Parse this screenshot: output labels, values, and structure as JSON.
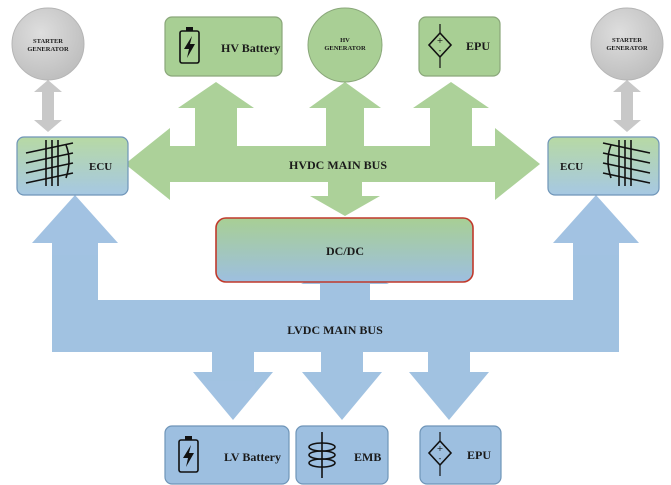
{
  "labels": {
    "starter_generator_left_1": "STARTER",
    "starter_generator_left_2": "GENERATOR",
    "starter_generator_right_1": "STARTER",
    "starter_generator_right_2": "GENERATOR",
    "hv_generator_1": "HV",
    "hv_generator_2": "GENERATOR",
    "hv_battery": "HV Battery",
    "epu_top": "EPU",
    "ecu_left": "ECU",
    "ecu_right": "ECU",
    "hvdc_bus": "HVDC MAIN BUS",
    "dcdc": "DC/DC",
    "lvdc_bus": "LVDC MAIN BUS",
    "lv_battery": "LV Battery",
    "emb": "EMB",
    "epu_bottom": "EPU"
  },
  "colors": {
    "hv_green": "#a8cf94",
    "lv_blue": "#9dbfe0",
    "generator_grey": "#c9c9c9",
    "dcdc_border": "#c0392b",
    "connector_grey": "#c8c8c8"
  },
  "icons": {
    "hv_battery": "battery-bolt-icon",
    "lv_battery": "battery-bolt-icon",
    "epu": "dependent-source-icon",
    "ecu": "converter-icon",
    "emb": "bearing-icon"
  }
}
